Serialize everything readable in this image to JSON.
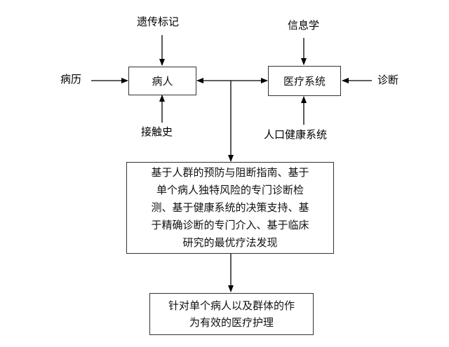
{
  "nodes": {
    "patient": "病人",
    "medical_system": "医疗系统",
    "strategies": "基于人群的预防与阻断指南、基于单个病人独特风险的专门诊断检测、基于健康系统的决策支持、基于精确诊断的专门介入、基于临床研究的最优疗法发现",
    "outcome": "针对单个病人以及群体的作为有效的医疗护理"
  },
  "inputs": {
    "genetic_markers": "遗传标记",
    "medical_history": "病历",
    "exposure_history": "接触史",
    "informatics": "信息学",
    "diagnosis": "诊断",
    "population_health_system": "人口健康系统"
  },
  "strategy_lines": [
    "基于人群的预防与阻断指南、基于",
    "单个病人独特风险的专门诊断检",
    "测、基于健康系统的决策支持、基",
    "于精确诊断的专门介入、基于临床",
    "研究的最优疗法发现"
  ],
  "outcome_lines": [
    "针对单个病人以及群体的作",
    "为有效的医疗护理"
  ]
}
